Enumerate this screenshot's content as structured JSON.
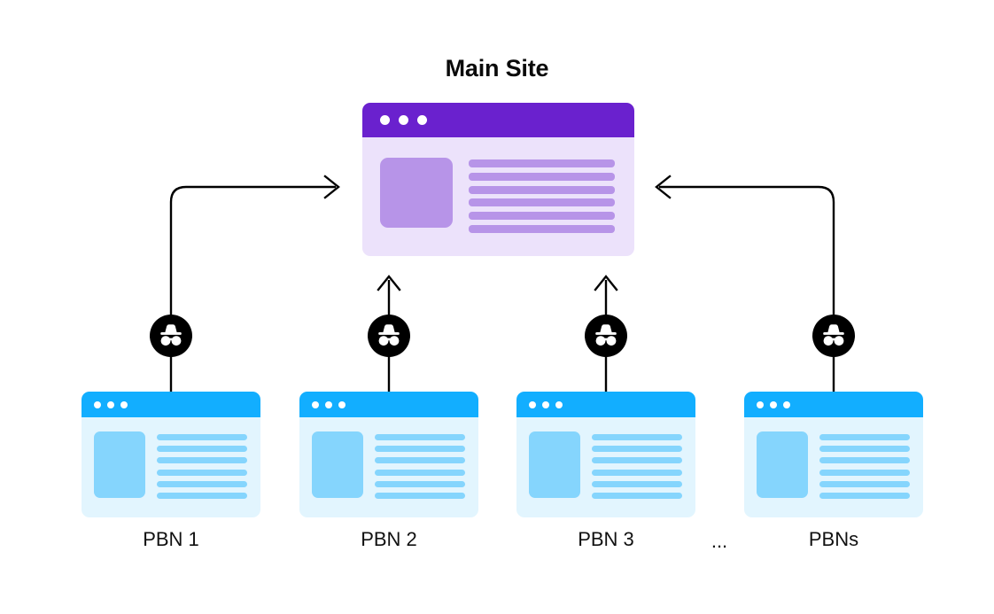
{
  "diagram": {
    "title": "Main Site",
    "type": "private-blog-network-link-scheme",
    "background_color": "#ffffff"
  },
  "main_site": {
    "label": "Main Site",
    "card": {
      "bar_color": "#6a21ce",
      "body_color": "#ece2fb",
      "accent_color": "#b794e8",
      "dot_count": 3,
      "line_count": 6,
      "has_thumbnail": true
    }
  },
  "pbn_nodes": [
    {
      "label": "PBN 1",
      "link_style": "elbow-left",
      "icon": "incognito-icon",
      "card": {
        "bar_color": "#12aeff",
        "body_color": "#e2f5fe",
        "accent_color": "#85d5fd",
        "dot_count": 3,
        "line_count": 6,
        "has_thumbnail": true
      }
    },
    {
      "label": "PBN 2",
      "link_style": "straight-up",
      "icon": "incognito-icon",
      "card": {
        "bar_color": "#12aeff",
        "body_color": "#e2f5fe",
        "accent_color": "#85d5fd",
        "dot_count": 3,
        "line_count": 6,
        "has_thumbnail": true
      }
    },
    {
      "label": "PBN 3",
      "link_style": "straight-up",
      "icon": "incognito-icon",
      "card": {
        "bar_color": "#12aeff",
        "body_color": "#e2f5fe",
        "accent_color": "#85d5fd",
        "dot_count": 3,
        "line_count": 6,
        "has_thumbnail": true
      }
    },
    {
      "label": "PBNs",
      "link_style": "elbow-right",
      "icon": "incognito-icon",
      "card": {
        "bar_color": "#12aeff",
        "body_color": "#e2f5fe",
        "accent_color": "#85d5fd",
        "dot_count": 3,
        "line_count": 6,
        "has_thumbnail": true
      }
    }
  ],
  "ellipsis": {
    "label": "..."
  },
  "connectors": {
    "stroke_color": "#000000",
    "arrow_direction": "toward-main-site",
    "count": 4
  },
  "colors": {
    "purple_header": "#6a21ce",
    "purple_body": "#ece2fb",
    "purple_accent": "#b794e8",
    "blue_header": "#12aeff",
    "blue_body": "#e2f5fe",
    "blue_accent": "#85d5fd",
    "line_black": "#000000",
    "text_black": "#111111"
  }
}
